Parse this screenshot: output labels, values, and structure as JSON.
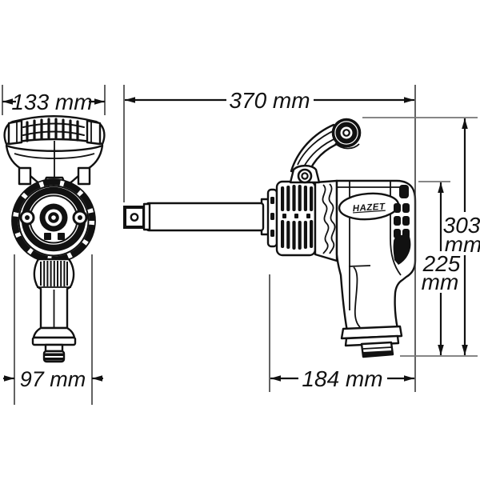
{
  "drawing": {
    "logo": {
      "text": "HAZET"
    },
    "colors": {
      "line": "#111111",
      "extension": "#3c3c3c",
      "extension_light": "#767676",
      "background": "#ffffff"
    }
  },
  "dims": {
    "d133": "133 mm",
    "d370": "370 mm",
    "d303v": "303",
    "d303u": "mm",
    "d225v": "225",
    "d225u": "mm",
    "d97": "97 mm",
    "d184": "184 mm"
  }
}
